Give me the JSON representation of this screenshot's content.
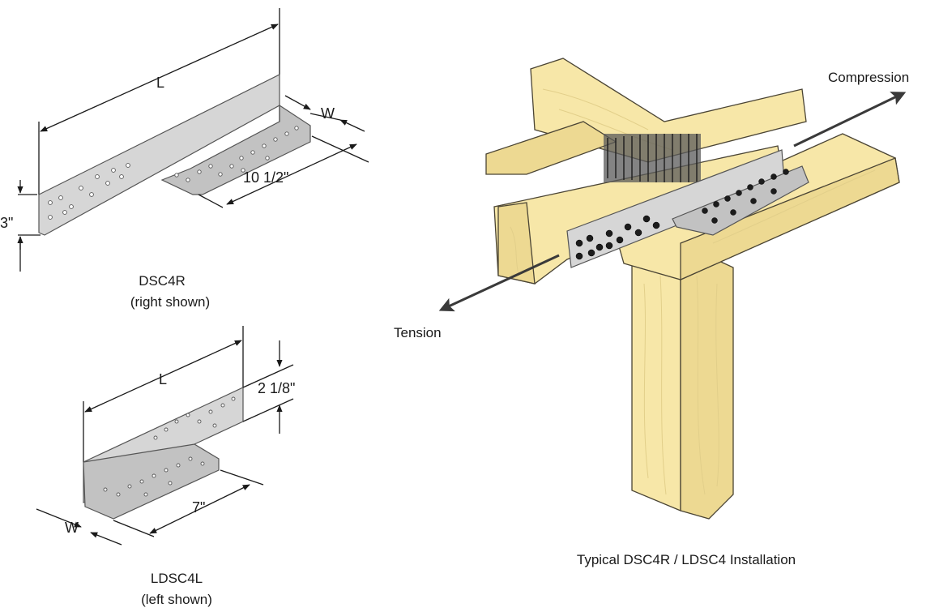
{
  "dsc4r": {
    "label_l": "L",
    "label_w": "W",
    "label_leg": "10 1/2\"",
    "label_height": "3\"",
    "name": "DSC4R",
    "note": "(right shown)"
  },
  "ldsc4l": {
    "label_l": "L",
    "label_w": "W",
    "label_leg": "7\"",
    "label_height": "2 1/8\"",
    "name": "LDSC4L",
    "note": "(left shown)"
  },
  "install": {
    "compression": "Compression",
    "tension": "Tension",
    "caption": "Typical DSC4R / LDSC4 Installation"
  },
  "colors": {
    "steel": "#d6d6d6",
    "wood": "#f7e7a8",
    "ink": "#1a1a1a"
  }
}
